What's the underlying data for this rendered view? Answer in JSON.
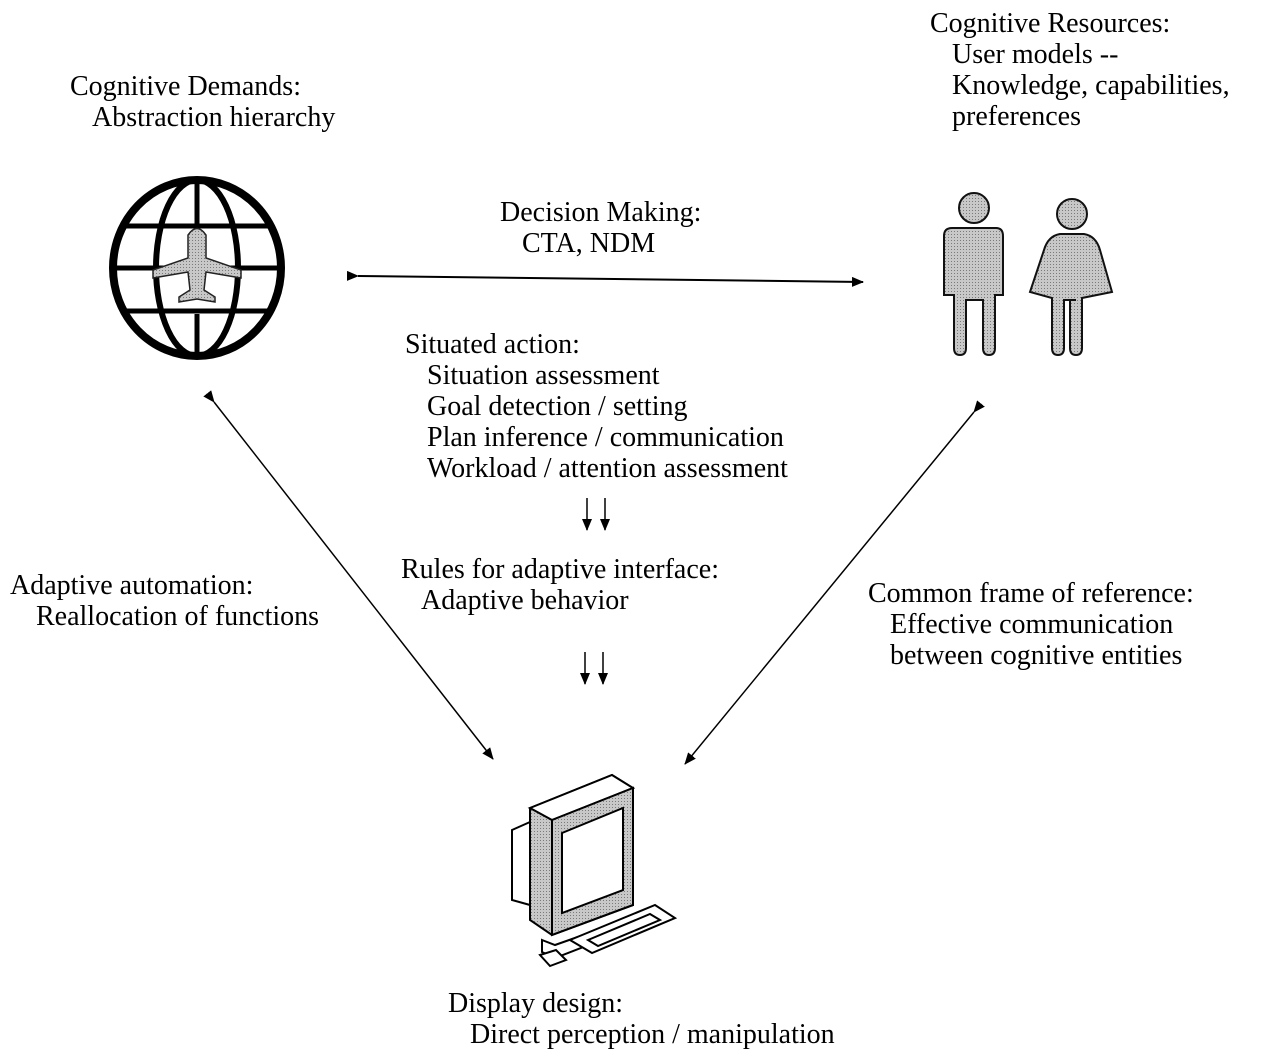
{
  "cognitive_demands": {
    "title": "Cognitive Demands:",
    "sub": "Abstraction hierarchy"
  },
  "cognitive_resources": {
    "title": "Cognitive Resources:",
    "lines": [
      "User models --",
      "Knowledge, capabilities,",
      "preferences"
    ]
  },
  "decision_making": {
    "title": "Decision Making:",
    "sub": "CTA, NDM"
  },
  "situated_action": {
    "title": "Situated action:",
    "items": [
      "Situation assessment",
      "Goal detection / setting",
      "Plan inference / communication",
      "Workload / attention assessment"
    ]
  },
  "rules": {
    "title": "Rules for adaptive interface:",
    "sub": "Adaptive behavior"
  },
  "adaptive_automation": {
    "title": "Adaptive automation:",
    "sub": "Reallocation of functions"
  },
  "common_frame": {
    "title": "Common frame of reference:",
    "lines": [
      "Effective communication",
      "between cognitive entities"
    ]
  },
  "display_design": {
    "title": "Display design:",
    "sub": "Direct perception / manipulation"
  },
  "icons": [
    "globe-airplane-icon",
    "man-icon",
    "woman-icon",
    "computer-icon"
  ]
}
